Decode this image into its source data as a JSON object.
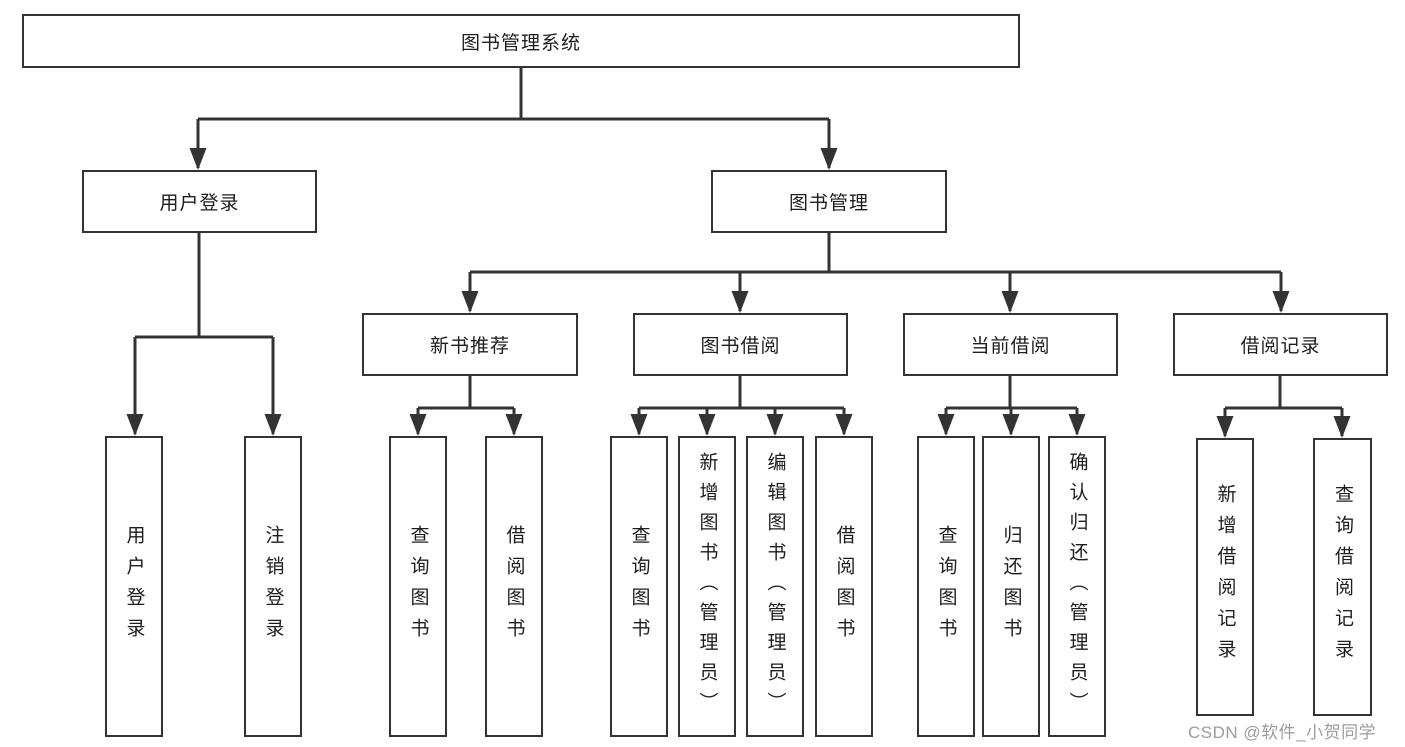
{
  "diagram": {
    "root": {
      "label": "图书管理系统"
    },
    "level2": [
      {
        "label": "用户登录"
      },
      {
        "label": "图书管理"
      }
    ],
    "level3": [
      {
        "label": "新书推荐"
      },
      {
        "label": "图书借阅"
      },
      {
        "label": "当前借阅"
      },
      {
        "label": "借阅记录"
      }
    ],
    "leaves": [
      {
        "label": "用户登录"
      },
      {
        "label": "注销登录"
      },
      {
        "label": "查询图书"
      },
      {
        "label": "借阅图书"
      },
      {
        "label": "查询图书"
      },
      {
        "label": "新增图书（管理员）"
      },
      {
        "label": "编辑图书（管理员）"
      },
      {
        "label": "借阅图书"
      },
      {
        "label": "查询图书"
      },
      {
        "label": "归还图书"
      },
      {
        "label": "确认归还（管理员）"
      },
      {
        "label": "新增借阅记录"
      },
      {
        "label": "查询借阅记录"
      }
    ]
  },
  "colors": {
    "line": "#333333",
    "node_border": "#333333",
    "node_background": "#ffffff",
    "text": "#1d1d1d",
    "watermark": "#9c9c9c"
  },
  "watermark": {
    "text": "CSDN @软件_小贺同学"
  }
}
